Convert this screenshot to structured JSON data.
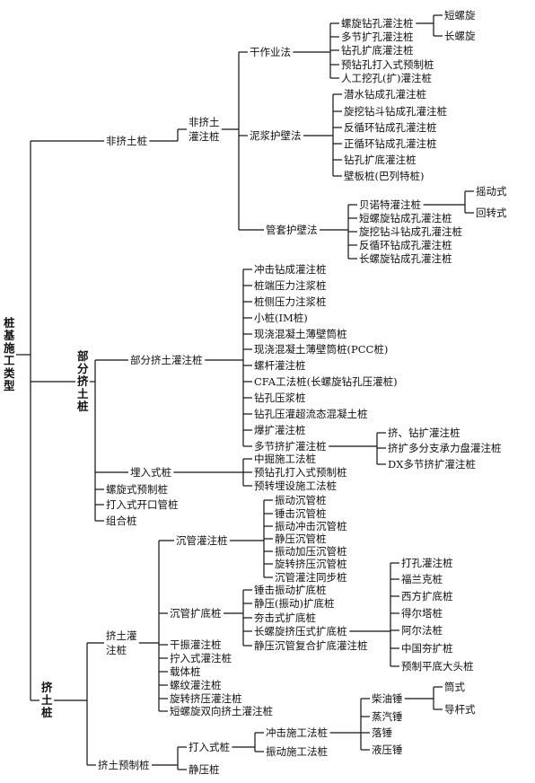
{
  "root": {
    "label": "桩基施工类型",
    "children": [
      {
        "label": "非挤土桩",
        "children": [
          {
            "label": "非挤土灌注桩",
            "children": [
              {
                "label": "干作业法",
                "children": [
                  {
                    "label": "螺旋钻孔灌注桩",
                    "children": [
                      {
                        "label": "短螺旋"
                      },
                      {
                        "label": "长螺旋"
                      }
                    ]
                  },
                  {
                    "label": "多节扩孔灌注桩"
                  },
                  {
                    "label": "钻孔扩底灌注桩"
                  },
                  {
                    "label": "预钻孔打入式预制桩"
                  },
                  {
                    "label": "人工挖孔(扩)灌注桩"
                  }
                ]
              },
              {
                "label": "泥浆护壁法",
                "children": [
                  {
                    "label": "潜水钻成孔灌注桩"
                  },
                  {
                    "label": "旋挖钻斗钻成孔灌注桩"
                  },
                  {
                    "label": "反循环钻成孔灌注桩"
                  },
                  {
                    "label": "正循环钻成孔灌注桩"
                  },
                  {
                    "label": "钻孔扩底灌注桩"
                  },
                  {
                    "label": "壁板桩(巴列特桩)"
                  }
                ]
              },
              {
                "label": "管套护壁法",
                "children": [
                  {
                    "label": "贝诺特灌注桩",
                    "children": [
                      {
                        "label": "摇动式"
                      },
                      {
                        "label": "回转式"
                      }
                    ]
                  },
                  {
                    "label": "短螺旋钻成孔灌注桩"
                  },
                  {
                    "label": "旋挖钻斗钻成孔灌注桩"
                  },
                  {
                    "label": "反循环钻成孔灌注桩"
                  },
                  {
                    "label": "长螺旋钻成孔灌注桩"
                  }
                ]
              }
            ]
          }
        ]
      },
      {
        "label": "部分挤土桩",
        "children": [
          {
            "label": "部分挤土灌注桩",
            "children": [
              {
                "label": "冲击钻成灌注桩"
              },
              {
                "label": "桩端压力注浆桩"
              },
              {
                "label": "桩侧压力注浆桩"
              },
              {
                "label": "小桩(IM桩)"
              },
              {
                "label": "现浇混凝土薄壁筒桩"
              },
              {
                "label": "现浇混凝土薄壁筒桩(PCC桩)"
              },
              {
                "label": "螺杆灌注桩"
              },
              {
                "label": "CFA工法桩(长螺旋钻孔压灌桩)"
              },
              {
                "label": "钻孔压浆桩"
              },
              {
                "label": "钻孔压灌超流态混凝土桩"
              },
              {
                "label": "爆扩灌注桩"
              },
              {
                "label": "多节挤扩灌注桩",
                "children": [
                  {
                    "label": "挤、钻扩灌注桩"
                  },
                  {
                    "label": "挤扩多分支承力盘灌注桩"
                  },
                  {
                    "label": "DX多节挤扩灌注桩"
                  }
                ]
              }
            ]
          },
          {
            "label": "埋入式桩",
            "children": [
              {
                "label": "中掘施工法桩"
              },
              {
                "label": "预钻孔打入式预制桩"
              },
              {
                "label": "预转埋设施工法桩"
              }
            ]
          },
          {
            "label": "螺旋式预制桩"
          },
          {
            "label": "打入式开口管桩"
          },
          {
            "label": "组合桩"
          }
        ]
      },
      {
        "label": "挤土桩",
        "children": [
          {
            "label": "挤土灌注桩",
            "children": [
              {
                "label": "沉管灌注桩",
                "children": [
                  {
                    "label": "振动沉管桩"
                  },
                  {
                    "label": "锤击沉管桩"
                  },
                  {
                    "label": "振动冲击沉管桩"
                  },
                  {
                    "label": "静压沉管桩"
                  },
                  {
                    "label": "振动加压沉管桩"
                  },
                  {
                    "label": "旋转挤压沉管桩"
                  },
                  {
                    "label": "沉管灌注同步桩"
                  }
                ]
              },
              {
                "label": "沉管扩底桩",
                "children": [
                  {
                    "label": "锤击振动扩底桩"
                  },
                  {
                    "label": "静压(振动)扩底桩"
                  },
                  {
                    "label": "夯击式扩底桩"
                  },
                  {
                    "label": "长螺旋挤压式扩底桩",
                    "children": [
                      {
                        "label": "打孔灌注桩"
                      },
                      {
                        "label": "福兰克桩"
                      },
                      {
                        "label": "西方扩底桩"
                      },
                      {
                        "label": "得尔塔桩"
                      },
                      {
                        "label": "阿尔法桩"
                      },
                      {
                        "label": "中国夯扩桩"
                      },
                      {
                        "label": "预制平底大头桩"
                      }
                    ]
                  },
                  {
                    "label": "静压沉管复合扩底灌注桩"
                  }
                ]
              },
              {
                "label": "干振灌注桩"
              },
              {
                "label": "拧入式灌注桩"
              },
              {
                "label": "载体桩"
              },
              {
                "label": "螺纹灌注桩"
              },
              {
                "label": "旋转挤压灌注桩"
              },
              {
                "label": "短螺旋双向挤土灌注桩"
              }
            ]
          },
          {
            "label": "挤土预制桩",
            "children": [
              {
                "label": "打入式桩",
                "children": [
                  {
                    "label": "冲击施工法桩",
                    "children": [
                      {
                        "label": "柴油锤",
                        "children": [
                          {
                            "label": "筒式"
                          },
                          {
                            "label": "导杆式"
                          }
                        ]
                      },
                      {
                        "label": "蒸汽锤"
                      },
                      {
                        "label": "落锤"
                      },
                      {
                        "label": "液压锤"
                      }
                    ]
                  },
                  {
                    "label": "振动施工法桩"
                  }
                ]
              },
              {
                "label": "静压桩"
              }
            ]
          }
        ]
      }
    ]
  }
}
